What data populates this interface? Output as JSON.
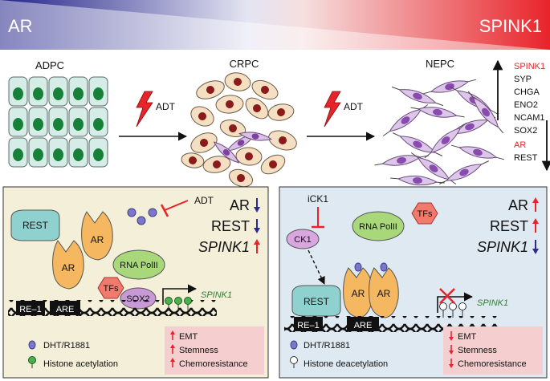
{
  "header": {
    "left_label": "AR",
    "right_label": "SPINK1",
    "gradient_left_color": "#2b2b8f",
    "gradient_right_color": "#e8242a"
  },
  "stages": {
    "adpc": "ADPC",
    "crpc": "CRPC",
    "nepc": "NEPC",
    "treatment_1": "ADT",
    "treatment_2": "ADT"
  },
  "marker_list": {
    "up_markers": [
      {
        "label": "SPINK1",
        "color": "#e8242a"
      },
      {
        "label": "SYP",
        "color": "#111111"
      },
      {
        "label": "CHGA",
        "color": "#111111"
      },
      {
        "label": "ENO2",
        "color": "#111111"
      },
      {
        "label": "NCAM1",
        "color": "#111111"
      },
      {
        "label": "SOX2",
        "color": "#111111"
      }
    ],
    "down_markers": [
      {
        "label": "AR",
        "color": "#e8242a"
      },
      {
        "label": "REST",
        "color": "#111111"
      }
    ]
  },
  "left_panel": {
    "adt_label": "ADT",
    "rest_label": "REST",
    "ar_label_1": "AR",
    "ar_label_2": "AR",
    "rna_pol_label": "RNA PolII",
    "tfs_label": "TFs",
    "sox2_label": "SOX2",
    "re1_label": "RE–1",
    "are_label": "ARE",
    "gene_label": "SPINK1",
    "summary": [
      {
        "label": "AR",
        "direction": "down"
      },
      {
        "label": "REST",
        "direction": "down"
      },
      {
        "label": "SPINK1",
        "direction": "up"
      }
    ],
    "legend": {
      "dht": "DHT/R1881",
      "acetylation": "Histone acetylation"
    },
    "effects": [
      "EMT",
      "Stemness",
      "Chemoresistance"
    ]
  },
  "right_panel": {
    "ick1_label": "iCK1",
    "ck1_label": "CK1",
    "rna_pol_label": "RNA PolII",
    "tfs_label": "TFs",
    "rest_label": "REST",
    "ar_label_1": "AR",
    "ar_label_2": "AR",
    "re1_label": "RE–1",
    "are_label": "ARE",
    "gene_label": "SPINK1",
    "summary": [
      {
        "label": "AR",
        "direction": "up"
      },
      {
        "label": "REST",
        "direction": "up"
      },
      {
        "label": "SPINK1",
        "direction": "down"
      }
    ],
    "legend": {
      "dht": "DHT/R1881",
      "deacetylation": "Histone deacetylation"
    },
    "effects": [
      "EMT",
      "Stemness",
      "Chemoresistance"
    ]
  },
  "colors": {
    "up_arrow": "#e8242a",
    "down_arrow": "#2b2b8f",
    "left_panel_bg": "#f3efd9",
    "right_panel_bg": "#dfe9f2",
    "effects_box": "#f5cfcf"
  }
}
